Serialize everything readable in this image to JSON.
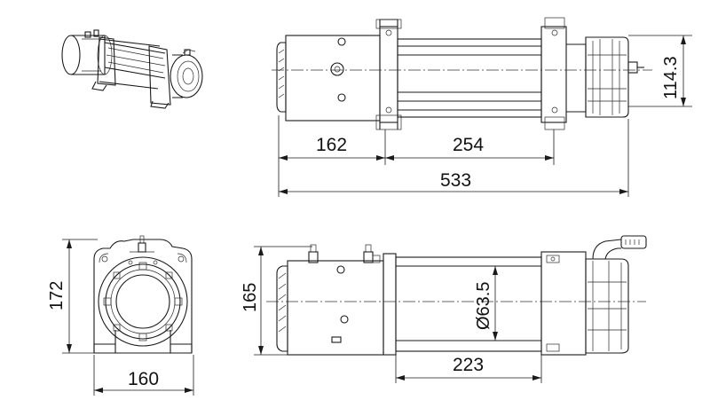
{
  "dimensions": {
    "top_view": {
      "motor_section": "162",
      "drum_section": "254",
      "overall_length": "533",
      "height": "114.3"
    },
    "end_view": {
      "height": "172",
      "width": "160"
    },
    "side_view": {
      "height": "165",
      "drum_diameter": "Ø63.5",
      "drum_length": "223"
    }
  }
}
